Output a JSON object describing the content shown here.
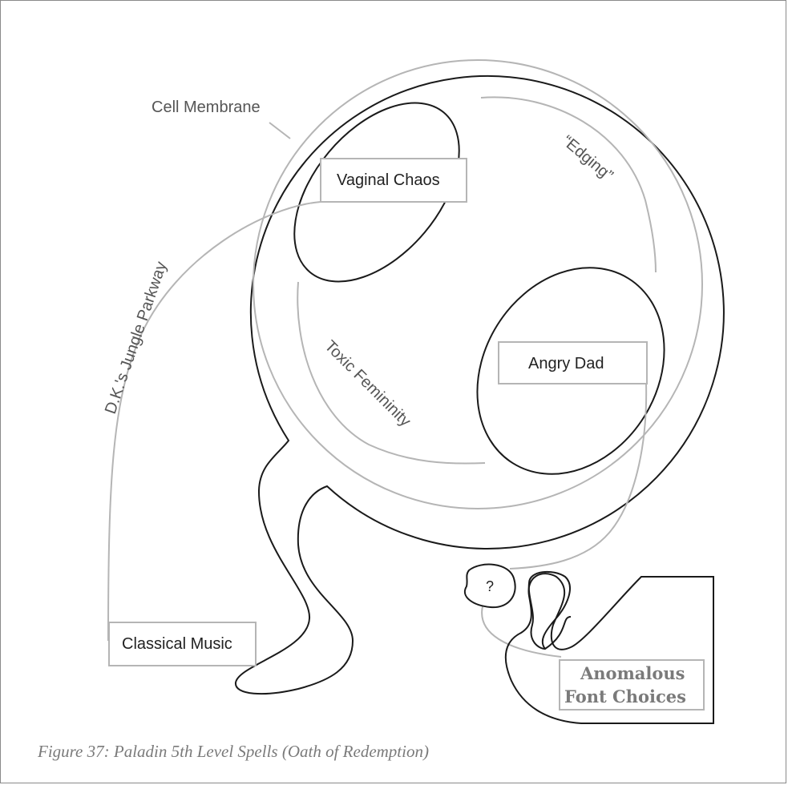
{
  "labels": {
    "cell_membrane": "Cell Membrane",
    "edging": "“Edging”",
    "vaginal_chaos": "Vaginal Chaos",
    "dk_jungle_parkway": "D.K.'s Jungle Parkway",
    "toxic_femininity": "Toxic Femininity",
    "angry_dad": "Angry Dad",
    "question_mark": "?",
    "classical_music": "Classical Music",
    "anomalous_line1": "Anomalous",
    "anomalous_line2": "Font Choices"
  },
  "caption": "Figure 37: Paladin 5th Level Spells (Oath of Redemption)"
}
